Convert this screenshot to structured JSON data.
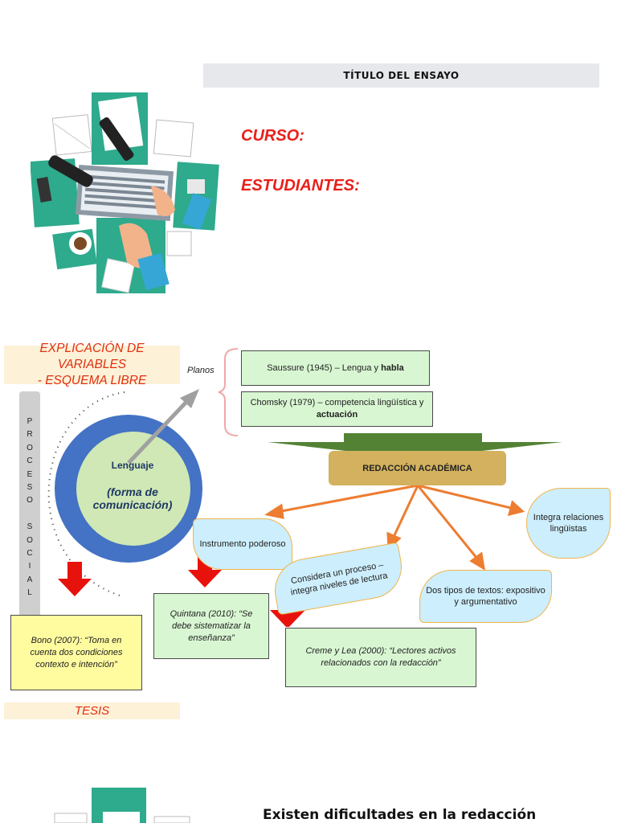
{
  "header": {
    "title": "TÍTULO DEL ENSAYO",
    "curso_label": "CURSO:",
    "estudiantes_label": "ESTUDIANTES:"
  },
  "illustration": {
    "icon": "laptop-workspace-illustration"
  },
  "diagram": {
    "explicacion_line1": "EXPLICACIÓN DE VARIABLES",
    "explicacion_line2": "- ESQUEMA LIBRE",
    "planos_label": "Planos",
    "saussure_text": "Saussure (1945) – Lengua y ",
    "saussure_bold": "habla",
    "chomsky_text": "Chomsky (1979) – competencia lingüística y ",
    "chomsky_bold": "actuación",
    "proceso_social": [
      "P",
      "R",
      "O",
      "C",
      "E",
      "S",
      "O",
      " ",
      "S",
      "O",
      "C",
      "I",
      "A",
      "L"
    ],
    "lenguaje_title": "Lenguaje",
    "lenguaje_sub": "(forma de comunicación)",
    "redaccion": "REDACCIÓN ACADÉMICA",
    "bubbles": {
      "instrumento": "Instrumento poderoso",
      "considera": "Considera un proceso – integra niveles de lectura",
      "dos_tipos": "Dos tipos de textos: expositivo y argumentativo",
      "integra": "Integra relaciones lingüistas"
    },
    "citations": {
      "bono": "Bono (2007): “Toma en cuenta dos condiciones contexto e intención”",
      "quintana": "Quintana (2010): “Se debe sistematizar la enseñanza”",
      "creme": "Creme y Lea (2000): “Lectores activos relacionados con la redacción”"
    },
    "tesis_label": "TESIS"
  },
  "footer": {
    "heading": "Existen dificultades en la redacción"
  },
  "colors": {
    "accent_red": "#e8201a",
    "circle_blue": "#4472c4",
    "circle_green": "#cfe8b5",
    "arrow_orange": "#ed7d31",
    "banner_green": "#548235"
  }
}
